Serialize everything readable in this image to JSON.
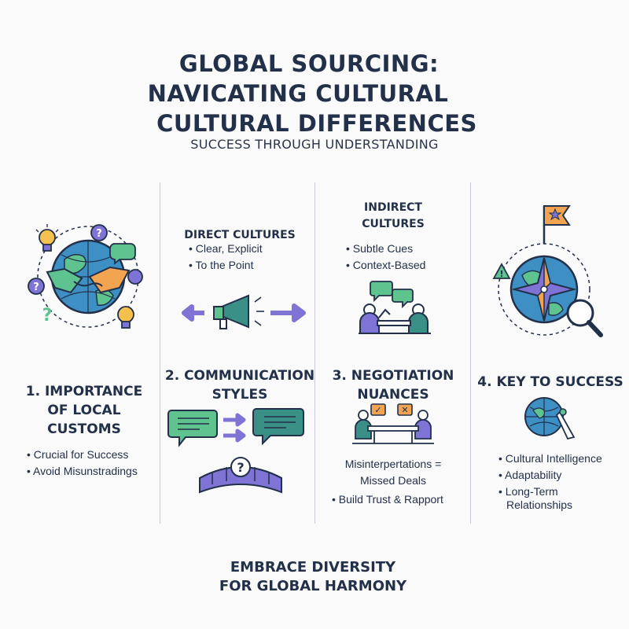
{
  "title": {
    "line1": "GLOBAL SOURCING:",
    "line2": "NAVICATING CULTURAL",
    "line3": "CULTURAL DIFFERENCES"
  },
  "subtitle": "SUCCESS THROUGH UNDERSTANDING",
  "direct": {
    "heading": "DIRECT CULTURES",
    "bullets": [
      "Clear, Explicit",
      "To the Point"
    ]
  },
  "indirect": {
    "heading_line1": "INDIRECT",
    "heading_line2": "CULTURES",
    "bullets": [
      "Subtle Cues",
      "Context-Based"
    ]
  },
  "sections": [
    {
      "number_line1": "1. IMPORTANCE",
      "line2": "OF LOCAL",
      "line3": "CUSTOMS",
      "bullets": [
        "Crucial for Success",
        "Avoid Misunstradings"
      ]
    },
    {
      "number_line1": "2. COMMUNICATION",
      "line2": "STYLES"
    },
    {
      "number_line1": "3. NEGOTIATION",
      "line2": "NUANCES",
      "text_line1": "Misinterpertations =",
      "text_line2": "Missed Deals",
      "bullets": [
        "Build Trust & Rapport"
      ]
    },
    {
      "number_line1": "4. KEY TO SUCCESS",
      "bullets": [
        "Cultural Intelligence",
        "Adaptability",
        "Long-Term"
      ],
      "continuation": "Relationships"
    }
  ],
  "icon_glyphs": {
    "question": "?",
    "exclamation": "!",
    "check": "✓",
    "cross": "✕"
  },
  "footer": {
    "line1": "EMBRACE DIVERSITY",
    "line2": "FOR GLOBAL HARMONY"
  },
  "colors": {
    "navy": "#22304a",
    "teal": "#3a8f86",
    "green": "#5fc38f",
    "purple": "#7f73d6",
    "orange": "#f2a450",
    "yellow": "#f4c04e",
    "blue_globe": "#3d8fc4"
  }
}
